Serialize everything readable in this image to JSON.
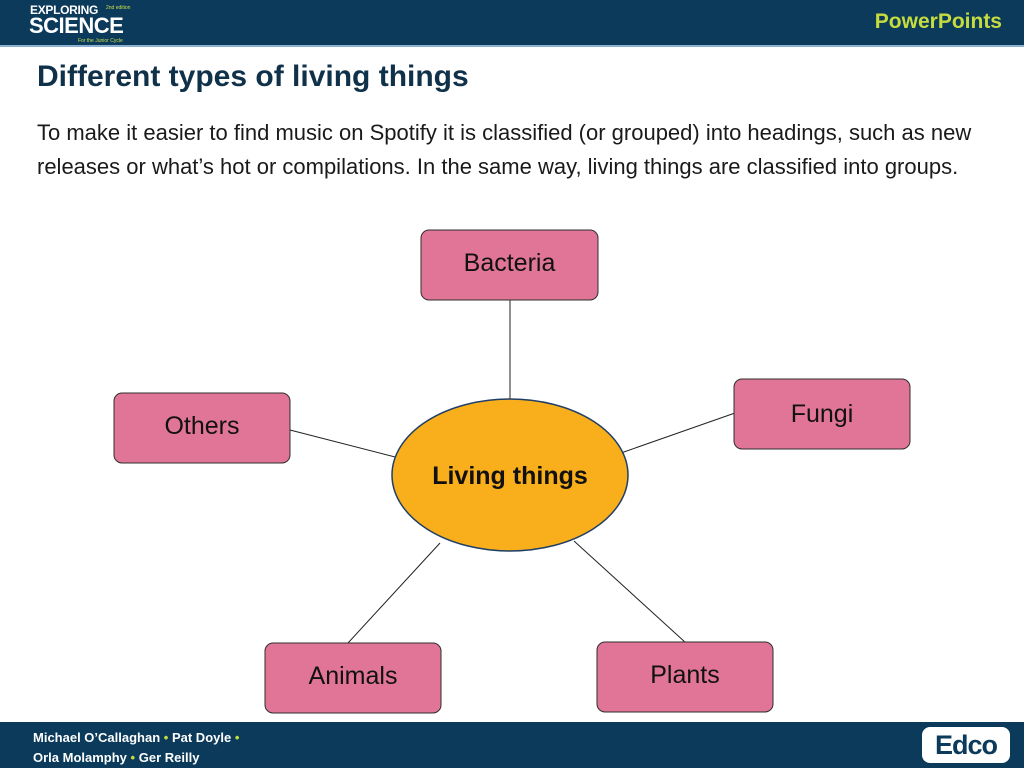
{
  "header": {
    "logo_line1": "EXPLORING",
    "logo_edition": "2nd edition",
    "logo_line2": "SCIENCE",
    "logo_tagline": "For the Junior Cycle",
    "right_label": "PowerPoints"
  },
  "slide": {
    "title": "Different types of living things",
    "intro": "To make it easier to find music on Spotify it is classified (or grouped) into headings, such as new releases or what’s hot or compilations. In the same way, living things are classified into groups."
  },
  "diagram": {
    "center": "Living things",
    "groups": [
      "Bacteria",
      "Fungi",
      "Others",
      "Animals",
      "Plants"
    ]
  },
  "footer": {
    "authors_line1": [
      "Michael O’Callaghan",
      "Pat Doyle"
    ],
    "authors_line2": [
      "Orla Molamphy",
      "Ger Reilly"
    ],
    "publisher": "Edco"
  },
  "colors": {
    "bar": "#0b3a5a",
    "accent": "#c5dc3f",
    "box": "#e07597",
    "hub": "#f9ae1b"
  }
}
